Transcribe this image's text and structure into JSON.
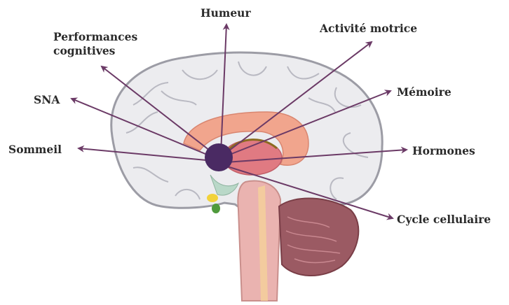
{
  "labels": {
    "humeur": "Humeur",
    "performances_line1": "Performances",
    "performances_line2": "cognitives",
    "activite_motrice": "Activité motrice",
    "sna": "SNA",
    "memoire": "Mémoire",
    "sommeil": "Sommeil",
    "hormones": "Hormones",
    "cycle_cellulaire": "Cycle cellulaire"
  },
  "colors": {
    "arrow": "#6b3a66",
    "hub": "#4a2a63",
    "brain_fill": "#ececef",
    "brain_outline": "#9c9ca5",
    "corpus": "#f1a58d",
    "thalamus": "#e07a82",
    "cerebellum": "#9b5a63",
    "brainstem": "#eab3b0"
  }
}
